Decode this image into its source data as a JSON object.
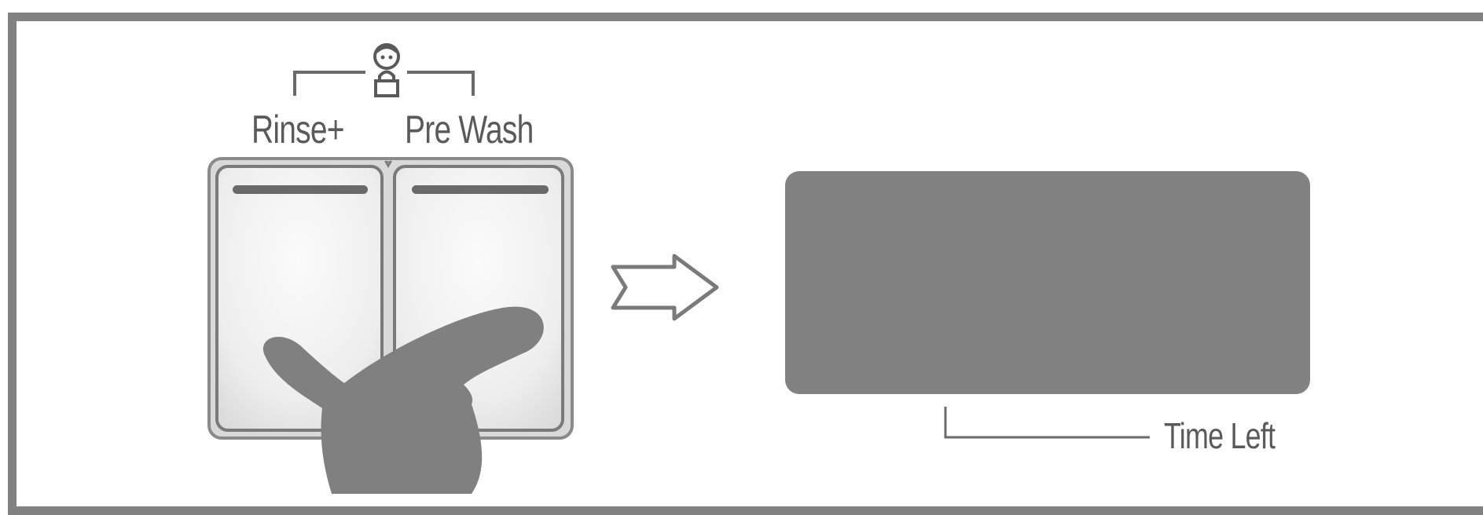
{
  "panel": {
    "buttons": [
      {
        "label": "Rinse+"
      },
      {
        "label": "Pre Wash"
      }
    ],
    "combo_icons": [
      "child-face-icon",
      "lock-icon"
    ],
    "display": {
      "label": "Time Left"
    },
    "colors": {
      "frame": "#828282",
      "display": "#828282",
      "hand": "#808080",
      "text": "#5a5a5a"
    }
  }
}
